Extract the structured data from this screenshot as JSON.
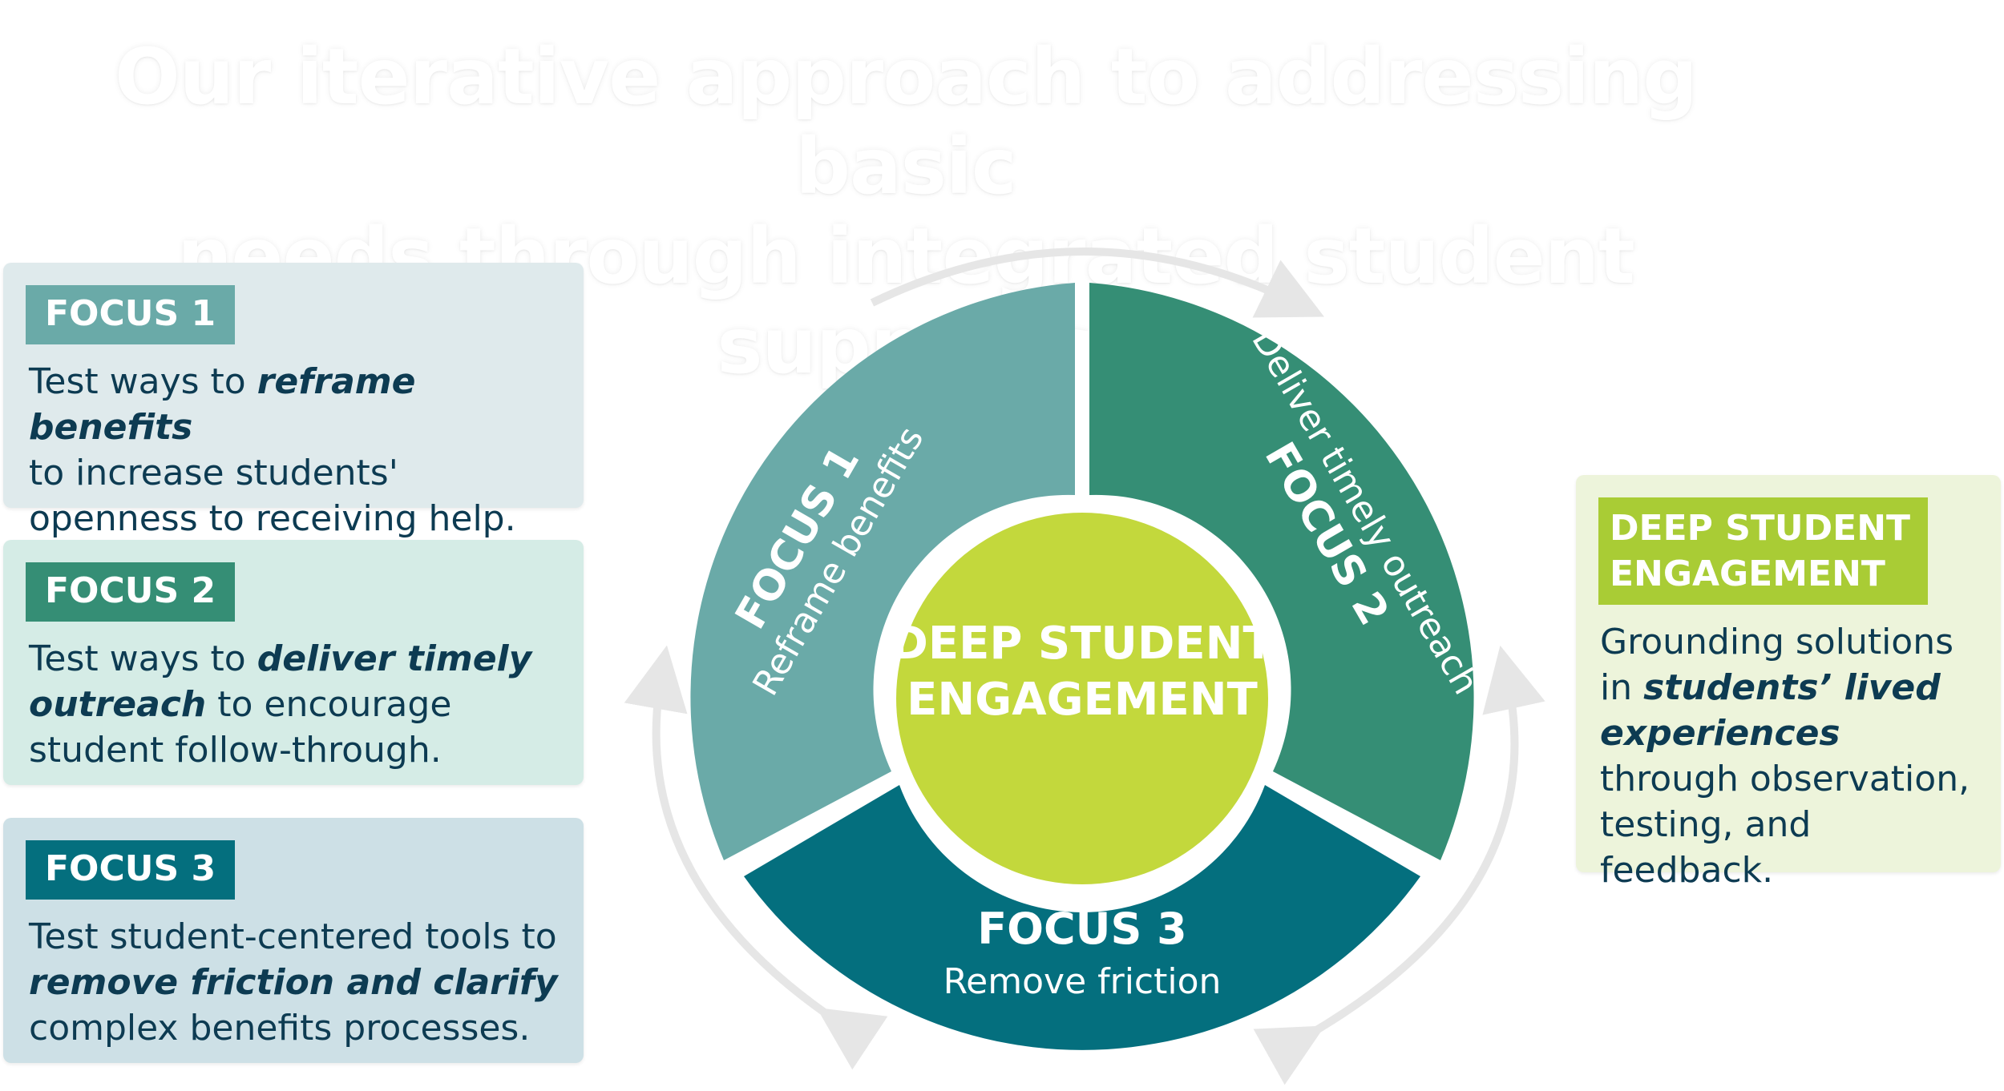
{
  "title": {
    "line1": "Our iterative approach to addressing basic",
    "line2": "needs through integrated student supports"
  },
  "cards": {
    "focus1": {
      "badge": "FOCUS 1",
      "pre": "Test ways to ",
      "em": "reframe benefits",
      "post": "to increase students' openness to receiving help."
    },
    "focus2": {
      "badge": "FOCUS 2",
      "pre": "Test ways to ",
      "em": "deliver timely outreach",
      "post": " to encourage student follow-through."
    },
    "focus3": {
      "badge": "FOCUS 3",
      "pre": "Test student-centered tools to ",
      "em": "remove friction and clarify",
      "post": " complex benefits processes."
    },
    "engagement": {
      "badge_line1": "DEEP STUDENT",
      "badge_line2": "ENGAGEMENT",
      "pre": "Grounding solutions in ",
      "em": "students’ lived experiences",
      "post": " through observation, testing, and feedback."
    }
  },
  "wheel": {
    "center_line1": "DEEP STUDENT",
    "center_line2": "ENGAGEMENT",
    "focus1_title": "FOCUS 1",
    "focus1_sub": "Reframe benefits",
    "focus2_title": "FOCUS 2",
    "focus2_sub": "Deliver timely outreach",
    "focus3_title": "FOCUS 3",
    "focus3_sub": "Remove friction"
  },
  "colors": {
    "focus1": "#6aaaa8",
    "focus2": "#358e75",
    "focus3": "#046f7e",
    "engagement": "#c3d83c",
    "navy_text": "#0d3b52",
    "arrows": "#e6e6e6"
  }
}
